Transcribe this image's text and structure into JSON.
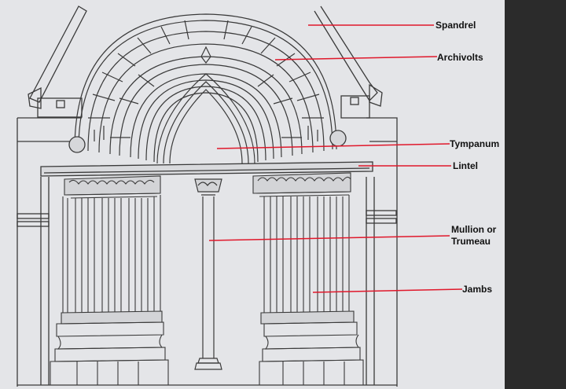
{
  "figure": {
    "colors": {
      "background_sheet": "#e4e5e8",
      "right_band": "#2b2b2b",
      "ink": "#3a3a3a",
      "leader": "#e0182b"
    },
    "labels": {
      "spandrel": "Spandrel",
      "archivolts": "Archivolts",
      "tympanum": "Tympanum",
      "lintel": "Lintel",
      "mullion_line1": "Mullion or",
      "mullion_line2": "Trumeau",
      "jambs": "Jambs"
    }
  }
}
